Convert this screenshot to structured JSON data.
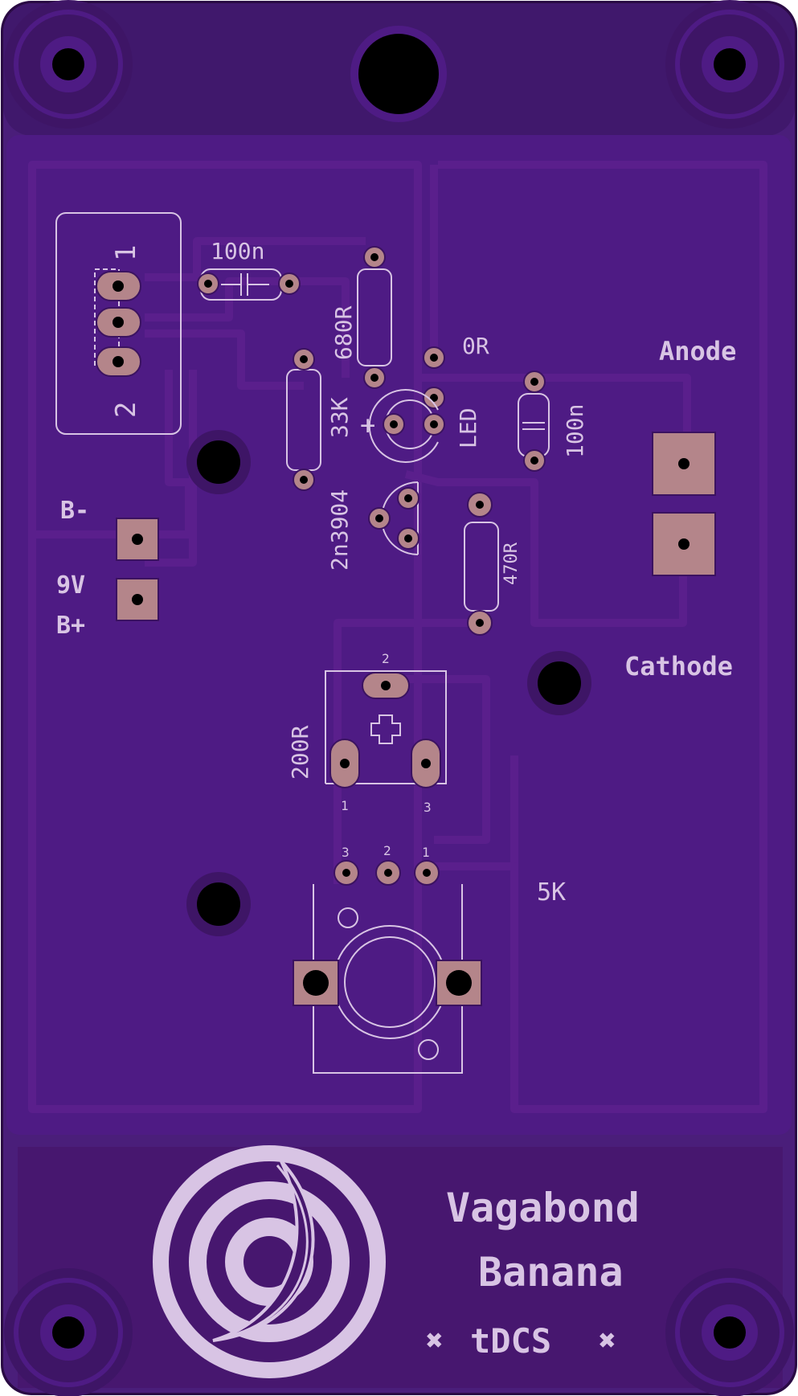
{
  "board": {
    "colors": {
      "outline": "#2a0a44",
      "substrate": "#4a1e7a",
      "copper_pour": "#4e1b84",
      "trace": "#5a1f8c",
      "silkscreen": "#d8c4e4",
      "pad": "#b4858a",
      "drill": "#000000"
    }
  },
  "labels": {
    "c1": "100n",
    "r_680": "680R",
    "r_33k": "33K",
    "r_0r": "0R",
    "led": "LED",
    "c2": "100n",
    "q1": "2n3904",
    "r_470": "470R",
    "trim_200": "200R",
    "pot_5k": "5K",
    "anode": "Anode",
    "cathode": "Cathode",
    "b_minus": "B-",
    "nine_v": "9V",
    "b_plus": "B+",
    "sw_pin1": "1",
    "sw_pin2": "2",
    "plus_sign": "+",
    "trim_pin1": "1",
    "trim_pin2": "2",
    "trim_pin3": "3",
    "pot_pin1": "1",
    "pot_pin2": "2",
    "pot_pin3": "3"
  },
  "branding": {
    "line1": "Vagabond",
    "line2": "Banana",
    "line3": "tDCS",
    "logo_icon": "spiral-banana-icon",
    "star_icon": "asterisk-icon"
  }
}
